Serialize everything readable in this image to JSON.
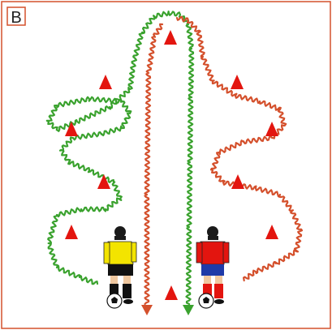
{
  "panel": {
    "label": "B",
    "border_color": "#d4502c"
  },
  "colors": {
    "green_path": "#3aa22e",
    "red_path": "#d4502c",
    "cone": "#e3150f",
    "player_yellow_shirt": "#f3e400",
    "player_yellow_shorts": "#111111",
    "player_red_shirt": "#e3150f",
    "player_red_shorts": "#1f3aa8"
  },
  "icons": {
    "cone": "cone-icon",
    "arrow": "arrow-head-icon",
    "ball": "soccer-ball-icon",
    "player": "player-figure-icon"
  },
  "diagram": {
    "cone_count": 10,
    "paths": [
      "green-dribble-path",
      "red-dribble-path"
    ]
  }
}
